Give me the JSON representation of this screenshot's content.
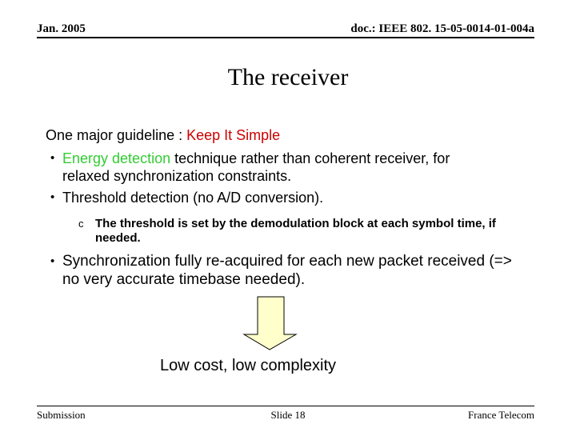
{
  "header": {
    "date": "Jan. 2005",
    "doc": "doc.: IEEE 802. 15-05-0014-01-004a"
  },
  "title": "The receiver",
  "body": {
    "bullet_char": "•",
    "guideline_prefix": "One major guideline :",
    "guideline_highlight": "Keep It Simple",
    "bullet1_highlight": "Energy detection",
    "bullet1_rest": "technique rather than coherent receiver, for relaxed synchronization constraints.",
    "bullet2": "Threshold detection (no A/D conversion).",
    "subbullet_marker": "c",
    "subbullet": "The threshold is set by the demodulation block at each symbol time, if needed.",
    "bullet3": "Synchronization fully re-acquired for each new packet received (=> no very accurate timebase needed)."
  },
  "arrow": {
    "fill": "#FFFFCC",
    "stroke": "#000000"
  },
  "conclusion": "Low cost, low complexity",
  "footer": {
    "left": "Submission",
    "center": "Slide 18",
    "right": "France Telecom"
  },
  "colors": {
    "highlight_red": "#CC0000",
    "highlight_green": "#33CC33",
    "arrow_fill": "#FFFFCC"
  }
}
